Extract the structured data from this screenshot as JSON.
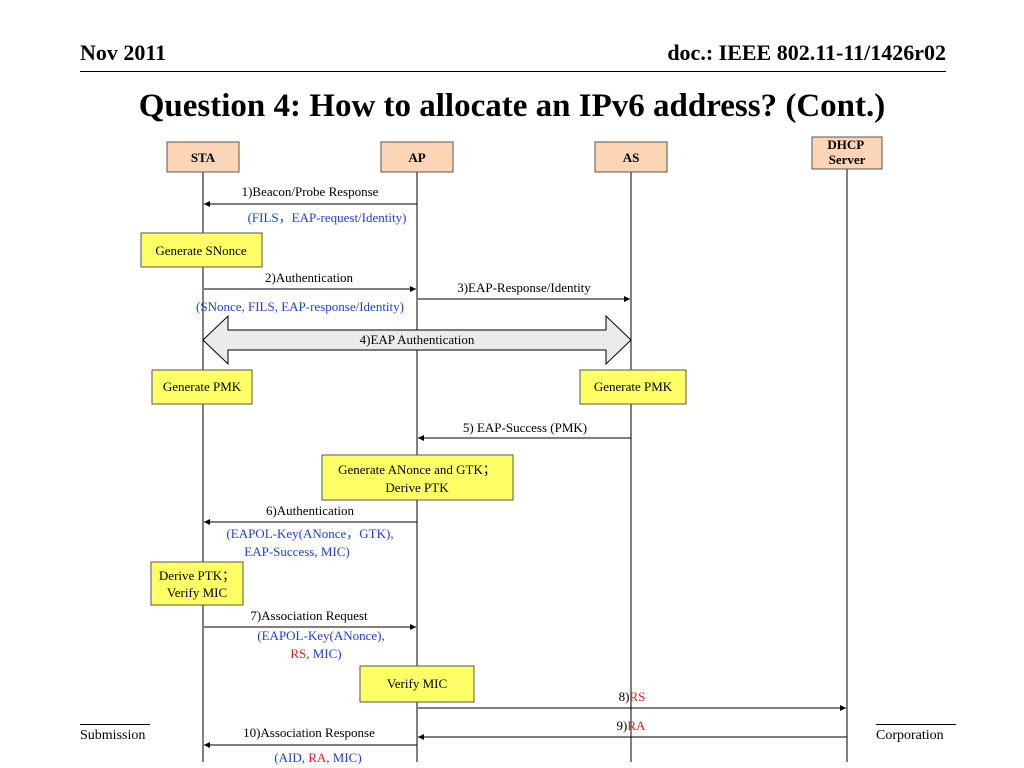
{
  "header": {
    "date": "Nov 2011",
    "doc_id": "doc.: IEEE 802.11-11/1426r02"
  },
  "title": "Question 4: How to allocate an IPv6 address? (Cont.)",
  "footer": {
    "left": "Submission",
    "right": "Corporation"
  },
  "colors": {
    "entity_fill": "#FBD5B5",
    "action_fill": "#FFFF66",
    "param_text": "#1F3FCF",
    "highlight_text": "#E8201A",
    "arrow": "#000000"
  },
  "entities": [
    "STA",
    "AP",
    "AS",
    "DHCP Server"
  ],
  "actions": {
    "sta_snonce": "Generate SNonce",
    "sta_pmk": "Generate PMK",
    "as_pmk": "Generate PMK",
    "ap_gtk_1": "Generate ANonce and GTK；",
    "ap_gtk_2": "Derive PTK",
    "sta_ptk_1": "Derive PTK；",
    "sta_ptk_2": "Verify MIC",
    "ap_verify": "Verify MIC"
  },
  "messages": {
    "m1": "1)Beacon/Probe Response",
    "m1_params": "(FILS，EAP-request/Identity)",
    "m2": "2)Authentication",
    "m2_params": "(SNonce, FILS, EAP-response/Identity)",
    "m3": "3)EAP-Response/Identity",
    "m4": "4)EAP Authentication",
    "m5": "5) EAP-Success (PMK)",
    "m6": "6)Authentication",
    "m6_params_1": "(EAPOL-Key(ANonce，GTK),",
    "m6_params_2": "EAP-Success,  MIC)",
    "m7": "7)Association Request",
    "m7_params_1": "(EAPOL-Key(ANonce),",
    "m7_params_2a": "RS",
    "m7_params_2b": ", MIC)",
    "m8_num": "8)",
    "m8_name": "RS",
    "m9_num": "9)",
    "m9_name": "RA",
    "m10": "10)Association Response",
    "m10_p_a": "(AID, ",
    "m10_p_b": "RA",
    "m10_p_c": ", MIC)"
  }
}
